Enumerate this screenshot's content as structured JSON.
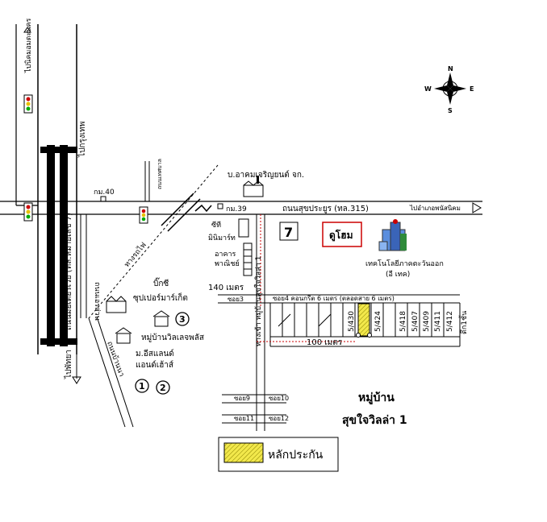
{
  "compass": {
    "n": "N",
    "s": "S",
    "e": "E",
    "w": "W"
  },
  "roads": {
    "main_road": "ถนนสุขประยูร (ทล.315)",
    "highway": "ถนนมอเตอร์เวย์ (ทล.หมายเลข 7)",
    "to_bangkok": "ไปกรุงเทพ",
    "to_pattaya": "ไปพัทยา",
    "to_panat": "ไปอำเภอพนัสนิคม",
    "to_top_left": "ไปนิคมอมตะนคร",
    "railway": "ทางรถไฟ",
    "local_road_left": "ถนนเอรส่วน",
    "local_road_top": "ถนนเทศบาล",
    "local_road_bottom": "ถนนบ้านนา",
    "soi_road": "ทางเข้า หมู่บ้านสุขใจวิลล่า 1"
  },
  "markers": {
    "km40": "กม.40",
    "km39": "กม.39",
    "m140": "140 เมตร",
    "m100": "100 เมตร",
    "soi3": "ซอย3"
  },
  "landmarks": {
    "factory": "บ.อาคมเจริญยนต์ จก.",
    "seven_eleven": "7",
    "dohome": "ดูโฮม",
    "tech": "เทคโนโลยีภาคตะวันออก",
    "tech_sub": "(อี เทค)",
    "ct": "ซีที",
    "minimart": "มินิมาร์ท",
    "commercial1": "อาคาร",
    "commercial2": "พาณิชย์",
    "bigc": "บิ๊กซี",
    "supermarket": "ซุปเปอร์มาร์เก็ต",
    "village_green": "หมู่บ้านวิลเลจพลัส",
    "island1": "ม.อีสแลนด์",
    "island2": "แอนด์เฮ้าส์",
    "circle1": "1",
    "circle2": "2",
    "circle3": "3"
  },
  "soi_labels": {
    "soi4": "ซอย4 คอนกรีต 6 เมตร (ตลอดสาย 6 เมตร)",
    "soi9": "ซอย9",
    "soi10": "ซอย10",
    "soi11": "ซอย11",
    "soi12": "ซอย12"
  },
  "plots": [
    "5/430",
    "5/424",
    "5/418",
    "5/407",
    "5/409",
    "5/411",
    "5/412",
    "ตึก1ชั้น"
  ],
  "village": {
    "line1": "หมู่บ้าน",
    "line2": "สุขใจวิลล่า 1"
  },
  "legend": {
    "label": "หลักประกัน",
    "color": "#f2e84b"
  }
}
